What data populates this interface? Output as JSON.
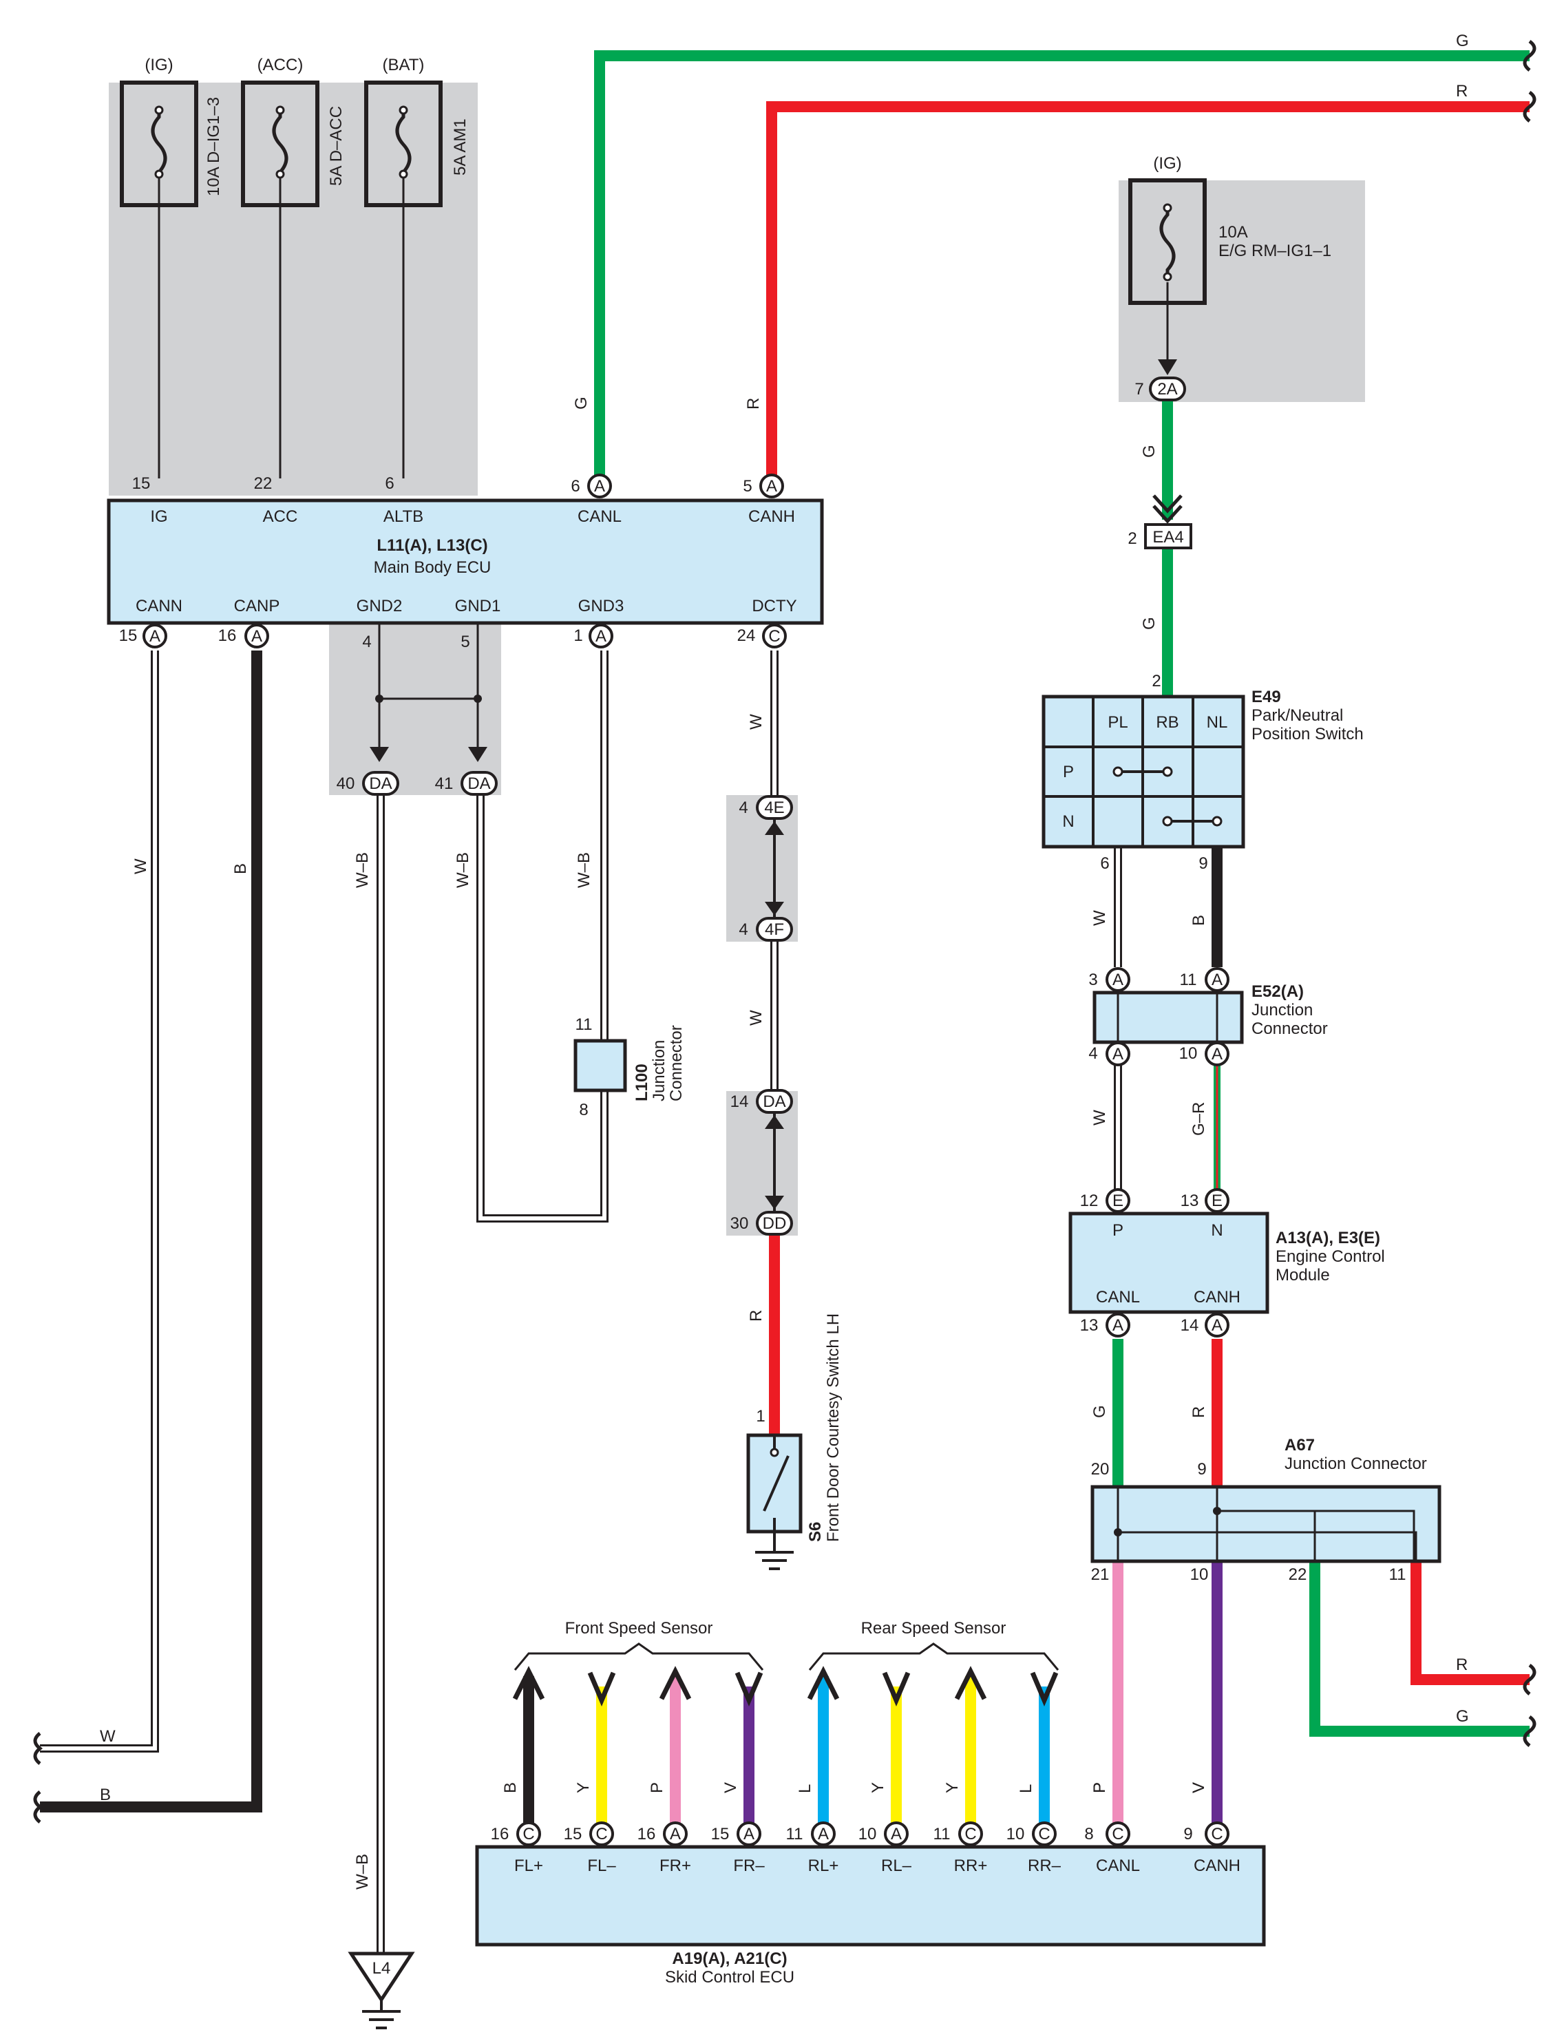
{
  "colors": {
    "green": "#00a651",
    "red": "#ed1c24",
    "black": "#231f20",
    "white": "#ffffff",
    "yellow": "#fff200",
    "pink": "#f08dbb",
    "violet": "#662d91",
    "blue": "#00aeef",
    "box_fill": "#cde9f7",
    "shade": "#d1d2d4"
  },
  "wire_codes": {
    "G": "G",
    "R": "R",
    "W": "W",
    "B": "B",
    "WB": "W–B",
    "GR": "G–R",
    "Y": "Y",
    "P": "P",
    "V": "V",
    "L": "L"
  },
  "fuses": {
    "ig": {
      "source": "(IG)",
      "label": "10A D–IG1–3"
    },
    "acc": {
      "source": "(ACC)",
      "label": "5A D–ACC"
    },
    "bat": {
      "source": "(BAT)",
      "label": "5A AM1"
    },
    "eg": {
      "source": "(IG)",
      "label1": "10A",
      "label2": "E/G RM–IG1–1"
    }
  },
  "main_body_ecu": {
    "code": "L11(A), L13(C)",
    "name": "Main Body ECU",
    "top_pins": [
      {
        "num": "15",
        "label": "IG",
        "conn": ""
      },
      {
        "num": "22",
        "label": "ACC",
        "conn": ""
      },
      {
        "num": "6",
        "label": "ALTB",
        "conn": ""
      },
      {
        "num": "6",
        "label": "CANL",
        "conn": "A"
      },
      {
        "num": "5",
        "label": "CANH",
        "conn": "A"
      }
    ],
    "bottom_pins": [
      {
        "num": "15",
        "label": "CANN",
        "conn": "A"
      },
      {
        "num": "16",
        "label": "CANP",
        "conn": "A"
      },
      {
        "num": "4",
        "label": "GND2",
        "conn": ""
      },
      {
        "num": "5",
        "label": "GND1",
        "conn": ""
      },
      {
        "num": "1",
        "label": "GND3",
        "conn": "A"
      },
      {
        "num": "24",
        "label": "DCTY",
        "conn": "C"
      }
    ]
  },
  "ground_connectors": [
    {
      "num": "40",
      "conn": "DA"
    },
    {
      "num": "41",
      "conn": "DA"
    }
  ],
  "ground_point": "L4",
  "l100": {
    "code": "L100",
    "line1": "Junction",
    "line2": "Connector",
    "pin_top": "11",
    "pin_bottom": "8"
  },
  "dcty_connectors": [
    {
      "num": "4",
      "conn": "4E"
    },
    {
      "num": "4",
      "conn": "4F"
    },
    {
      "num": "14",
      "conn": "DA"
    },
    {
      "num": "30",
      "conn": "DD"
    }
  ],
  "s6": {
    "code": "S6",
    "name": "Front Door Courtesy Switch LH",
    "pin": "1"
  },
  "eg_connector": {
    "num": "7",
    "conn": "2A"
  },
  "ea4": {
    "num": "2",
    "conn": "EA4"
  },
  "e49": {
    "code": "E49",
    "line1": "Park/Neutral",
    "line2": "Position Switch",
    "pin_in": "2",
    "cols": [
      "PL",
      "RB",
      "NL"
    ],
    "rows": [
      "P",
      "N"
    ],
    "pin_w": "6",
    "pin_b": "9"
  },
  "e52": {
    "code": "E52(A)",
    "line1": "Junction",
    "line2": "Connector",
    "pins": [
      {
        "num": "3",
        "conn": "A"
      },
      {
        "num": "11",
        "conn": "A"
      },
      {
        "num": "4",
        "conn": "A"
      },
      {
        "num": "10",
        "conn": "A"
      }
    ]
  },
  "ecm": {
    "code": "A13(A), E3(E)",
    "line1": "Engine Control",
    "line2": "Module",
    "top_pins": [
      {
        "num": "12",
        "label": "P",
        "conn": "E"
      },
      {
        "num": "13",
        "label": "N",
        "conn": "E"
      }
    ],
    "bottom_pins": [
      {
        "num": "13",
        "label": "CANL",
        "conn": "A"
      },
      {
        "num": "14",
        "label": "CANH",
        "conn": "A"
      }
    ]
  },
  "a67": {
    "code": "A67",
    "name": "Junction Connector",
    "top_pins": [
      "20",
      "9"
    ],
    "bottom_pins": [
      "21",
      "10",
      "22",
      "11"
    ]
  },
  "speed_sensors": {
    "front": "Front Speed Sensor",
    "rear": "Rear Speed Sensor"
  },
  "skid_ecu": {
    "code": "A19(A), A21(C)",
    "name": "Skid Control ECU",
    "pins": [
      {
        "num": "16",
        "conn": "C",
        "label": "FL+",
        "wire": "B"
      },
      {
        "num": "15",
        "conn": "C",
        "label": "FL–",
        "wire": "Y"
      },
      {
        "num": "16",
        "conn": "A",
        "label": "FR+",
        "wire": "P"
      },
      {
        "num": "15",
        "conn": "A",
        "label": "FR–",
        "wire": "V"
      },
      {
        "num": "11",
        "conn": "A",
        "label": "RL+",
        "wire": "L"
      },
      {
        "num": "10",
        "conn": "A",
        "label": "RL–",
        "wire": "Y"
      },
      {
        "num": "11",
        "conn": "C",
        "label": "RR+",
        "wire": "Y"
      },
      {
        "num": "10",
        "conn": "C",
        "label": "RR–",
        "wire": "L"
      },
      {
        "num": "8",
        "conn": "C",
        "label": "CANL",
        "wire": "P"
      },
      {
        "num": "9",
        "conn": "C",
        "label": "CANH",
        "wire": "V"
      }
    ]
  }
}
